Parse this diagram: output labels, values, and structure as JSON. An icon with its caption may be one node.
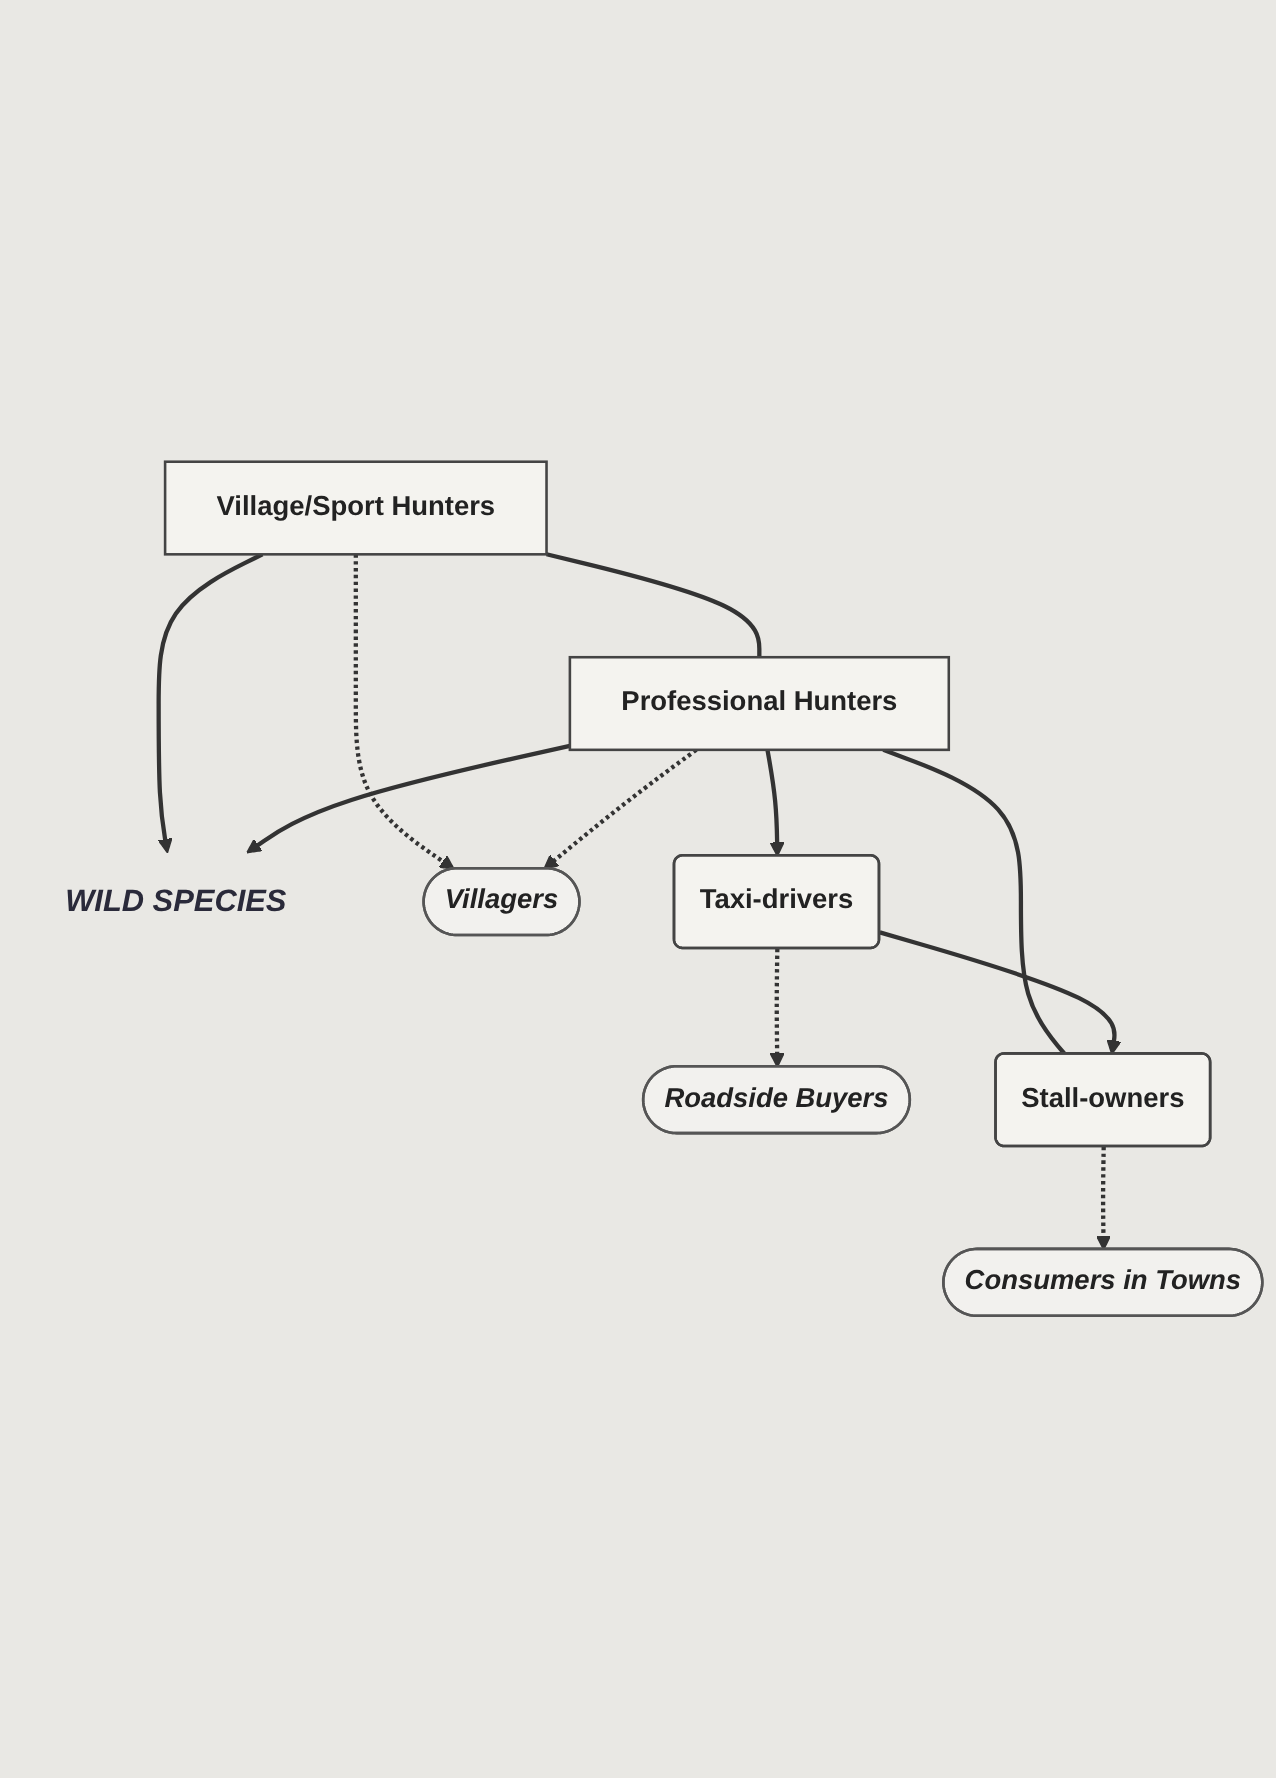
{
  "diagram": {
    "nodes": [
      {
        "text": [
          "WILD SPECIES"
        ]
      },
      {
        "text": [
          "Village/Sport Hunters"
        ]
      },
      {
        "text": [
          "Professional Hunters"
        ]
      },
      {
        "text": [
          "Villagers"
        ]
      },
      {
        "text": [
          "Taxi-drivers"
        ]
      },
      {
        "text": [
          "Roadside Buyers"
        ]
      },
      {
        "text": [
          "Stall-owners"
        ]
      },
      {
        "text": [
          "Consumers in Towns"
        ]
      }
    ],
    "edges": [
      {
        "from": 1,
        "to": 0,
        "arrow": "to"
      },
      {
        "from": 2,
        "to": 0,
        "arrow": "to"
      },
      {
        "from": 1,
        "to": 2,
        "arrow": "none"
      },
      {
        "from": 1,
        "to": 3,
        "arrow": "to",
        "style": "dashed"
      },
      {
        "from": 2,
        "to": 3,
        "arrow": "to",
        "style": "dashed"
      },
      {
        "from": 2,
        "to": 4,
        "arrow": "to"
      },
      {
        "from": 2,
        "to": 6,
        "arrow": "none"
      },
      {
        "from": 4,
        "to": 5,
        "arrow": "to",
        "style": "dashed"
      },
      {
        "from": 4,
        "to": 6,
        "arrow": "to"
      },
      {
        "from": 6,
        "to": 7,
        "arrow": "to",
        "style": "dashed"
      }
    ]
  }
}
